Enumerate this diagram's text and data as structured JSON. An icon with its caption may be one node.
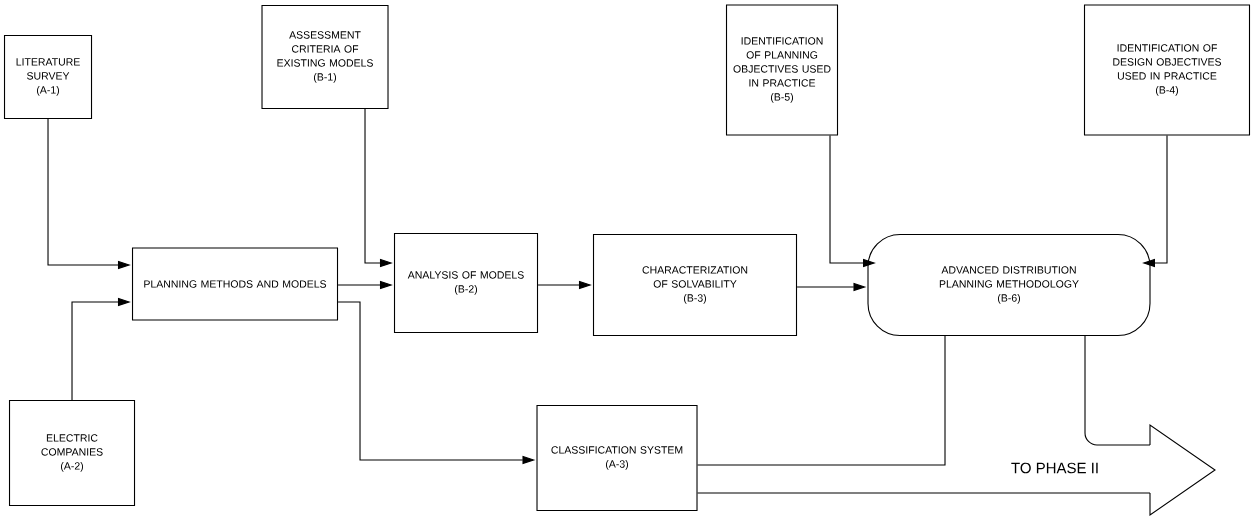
{
  "diagram": {
    "nodes": [
      {
        "text": [
          "LITERATURE SURVEY",
          "(A-1)"
        ]
      },
      {
        "text": [
          "ASSESSMENT CRITERIA OF EXISTING MODELS",
          "(B-1)"
        ]
      },
      {
        "text": [
          "IDENTIFICATION OF PLANNING OBJECTIVES USED IN PRACTICE",
          "(B-5)"
        ]
      },
      {
        "text": [
          "IDENTIFICATION OF DESIGN OBJECTIVES USED IN PRACTICE",
          "(B-4)"
        ]
      },
      {
        "text": [
          "PLANNING METHODS AND MODELS"
        ]
      },
      {
        "text": [
          "ANALYSIS OF MODELS",
          "(B-2)"
        ]
      },
      {
        "text": [
          "CHARACTERIZATION OF SOLVABILITY",
          "(B-3)"
        ]
      },
      {
        "text": [
          "ADVANCED DISTRIBUTION PLANNING METHODOLOGY",
          "(B-6)"
        ]
      },
      {
        "text": [
          "ELECTRIC COMPANIES",
          "(A-2)"
        ]
      },
      {
        "text": [
          "CLASSIFICATION SYSTEM",
          "(A-3)"
        ]
      },
      {
        "text": [
          "TO PHASE II"
        ]
      }
    ],
    "edges": [
      {
        "from": 0,
        "to": 4,
        "arrow": "to"
      },
      {
        "from": 8,
        "to": 4,
        "arrow": "to"
      },
      {
        "from": 1,
        "to": 5,
        "arrow": "to"
      },
      {
        "from": 4,
        "to": 5,
        "arrow": "to"
      },
      {
        "from": 5,
        "to": 6,
        "arrow": "to"
      },
      {
        "from": 6,
        "to": 7,
        "arrow": "to"
      },
      {
        "from": 2,
        "to": 7,
        "arrow": "to"
      },
      {
        "from": 3,
        "to": 7,
        "arrow": "to"
      },
      {
        "from": 4,
        "to": 9,
        "arrow": "to"
      },
      {
        "from": 7,
        "to": 9,
        "arrow": "none"
      },
      {
        "from": 7,
        "to": 10,
        "arrow": "none"
      },
      {
        "from": 9,
        "to": 10,
        "arrow": "none"
      }
    ]
  }
}
